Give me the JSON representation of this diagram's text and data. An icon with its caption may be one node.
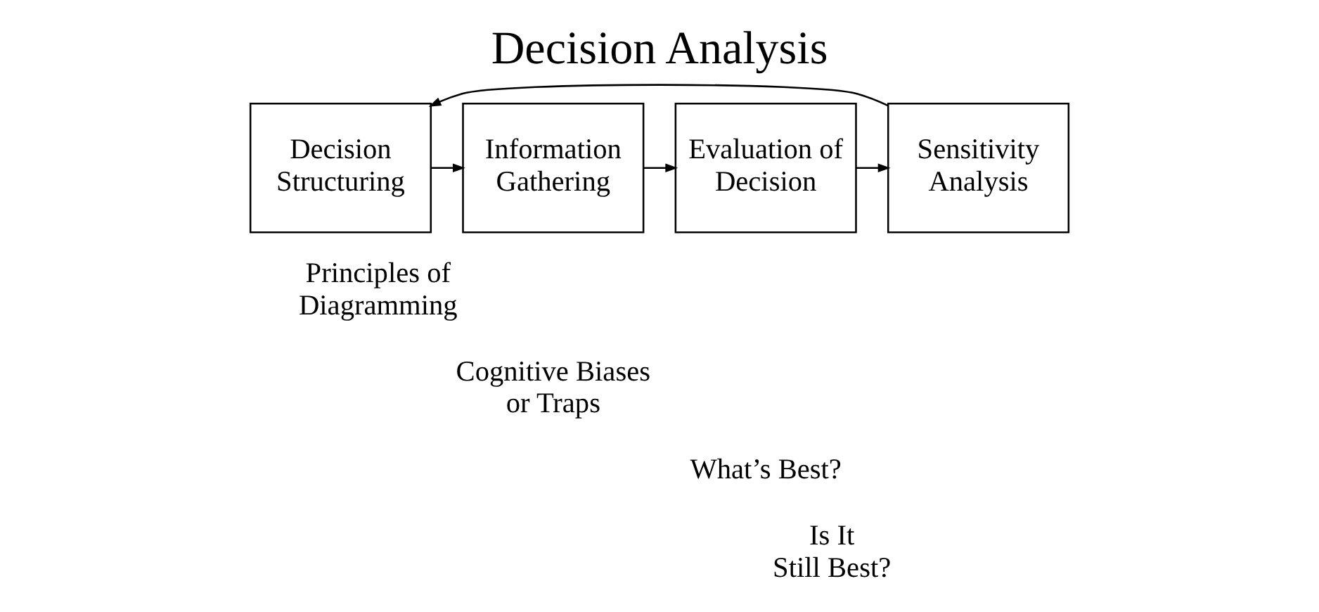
{
  "diagram": {
    "title": "Decision Analysis",
    "nodes": [
      {
        "text": [
          "Decision Structuring"
        ]
      },
      {
        "text": [
          "Information Gathering"
        ]
      },
      {
        "text": [
          "Evaluation of Decision"
        ]
      },
      {
        "text": [
          "Sensitivity Analysis"
        ]
      }
    ],
    "edges": [
      {
        "from": 0,
        "to": 1,
        "arrow": "to"
      },
      {
        "from": 1,
        "to": 2,
        "arrow": "to"
      },
      {
        "from": 2,
        "to": 3,
        "arrow": "to"
      },
      {
        "from": 3,
        "to": 0,
        "arrow": "to"
      }
    ],
    "labels": [
      "Principles of Diagramming",
      "Cognitive Biases or Traps",
      "What’s Best?",
      "Is It Still Best?"
    ]
  }
}
